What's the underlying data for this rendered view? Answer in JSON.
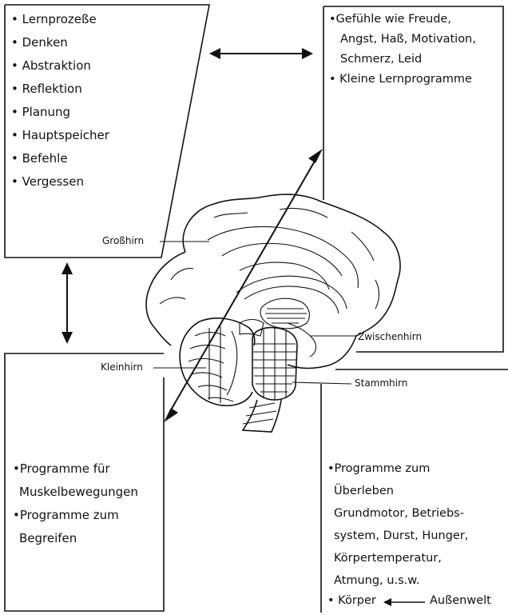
{
  "boxes": {
    "top_left": {
      "items": [
        "Lernprozeße",
        "Denken",
        "Abstraktion",
        "Reflektion",
        "Planung",
        "Hauptspeicher",
        "Befehle",
        "Vergessen"
      ]
    },
    "top_right": {
      "lines": [
        "•Gefühle wie Freude,",
        "Angst, Haß, Motivation,",
        "Schmerz, Leid",
        "• Kleine Lernprogramme"
      ]
    },
    "bottom_left": {
      "lines": [
        "•Programme für",
        "Muskelbewegungen",
        "•Programme zum",
        "Begreifen"
      ]
    },
    "bottom_right": {
      "lines": [
        "•Programme zum",
        "Überleben",
        "Grundmotor, Betriebs-",
        "system, Durst, Hunger,",
        "Körpertemperatur,",
        "Atmung, u.s.w."
      ],
      "last_line": {
        "left": "• Körper",
        "right": "Außenwelt"
      }
    }
  },
  "labels": {
    "grosshirn": "Großhirn",
    "zwischenhirn": "Zwischenhirn",
    "kleinhirn": "Kleinhirn",
    "stammhirn": "Stammhirn"
  }
}
